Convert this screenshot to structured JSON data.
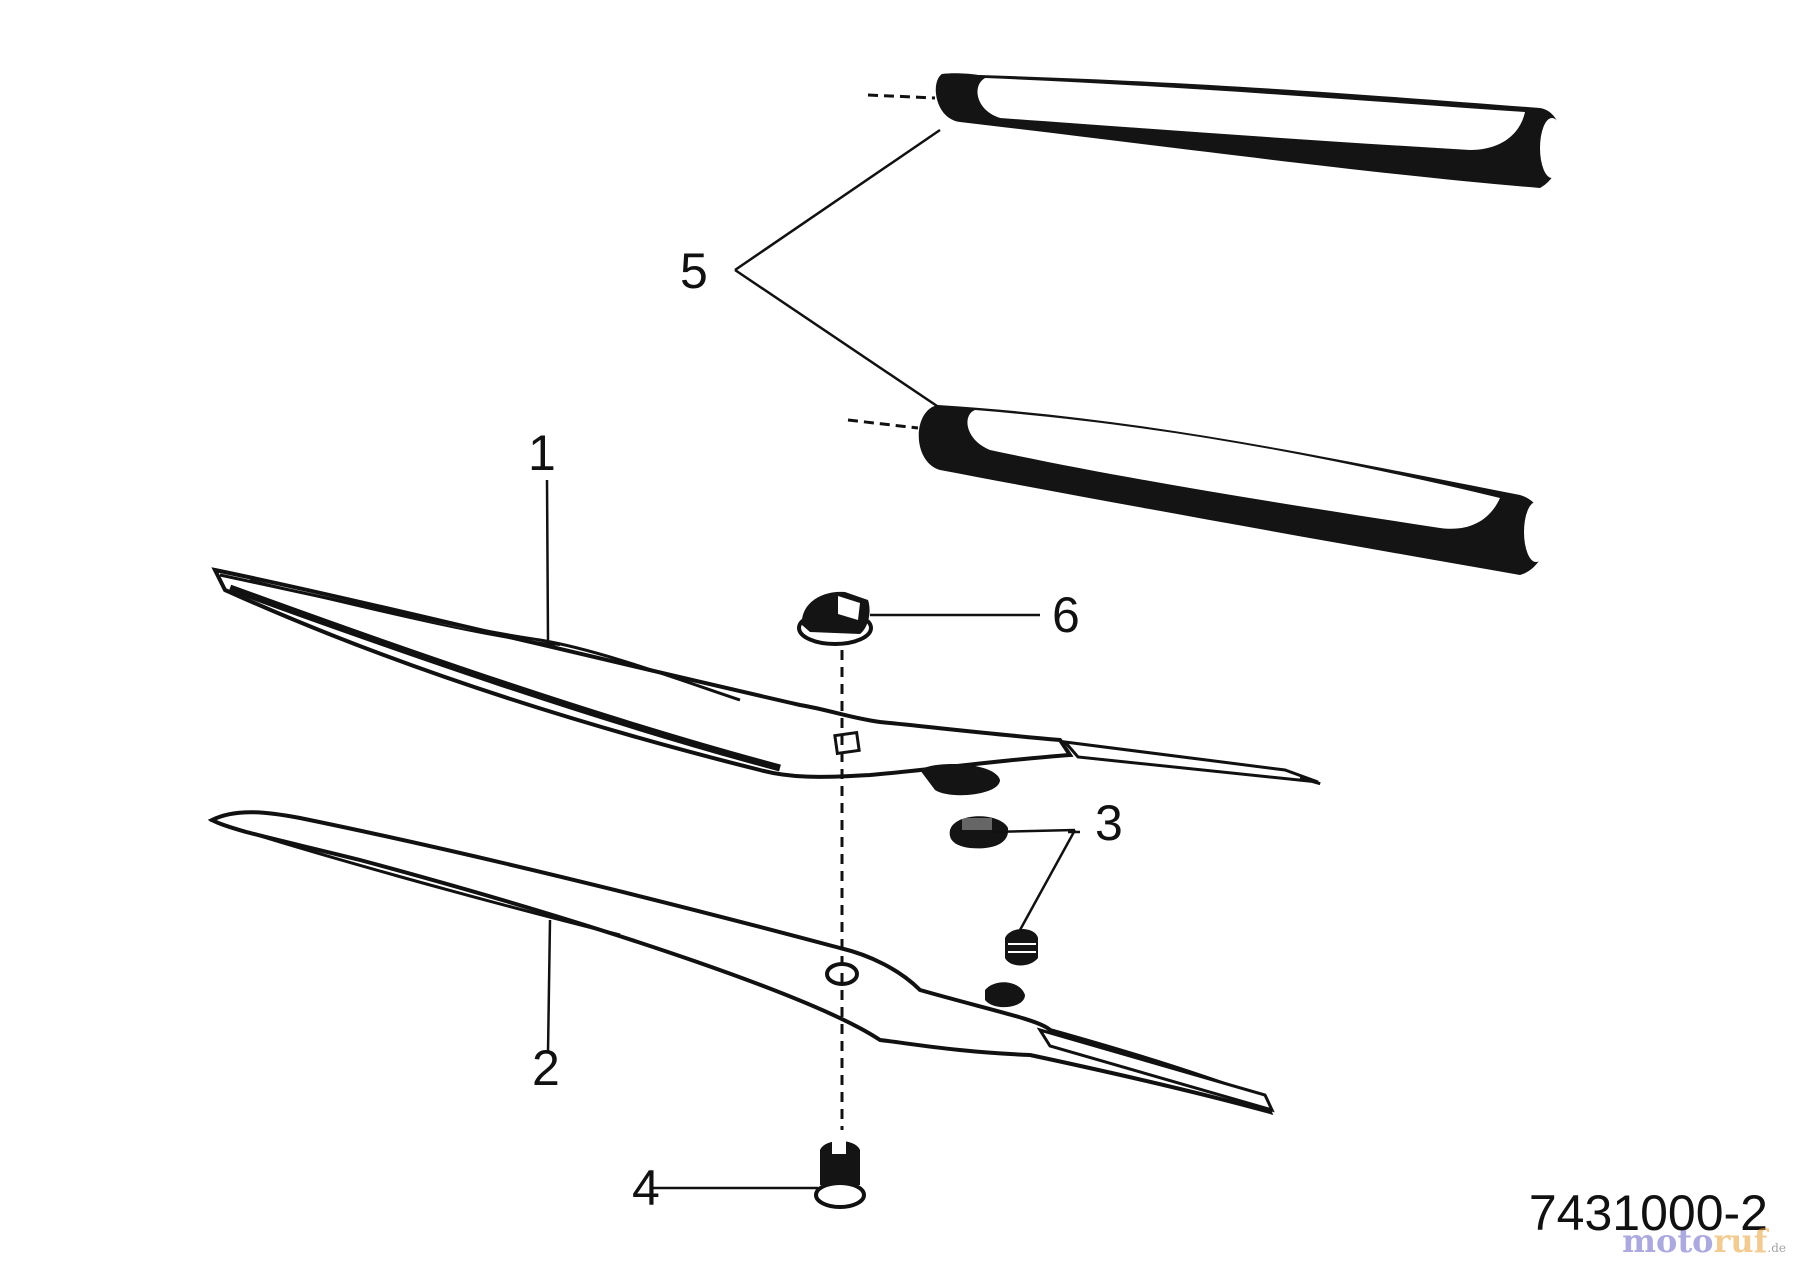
{
  "callouts": [
    {
      "id": "1",
      "label": "1"
    },
    {
      "id": "2",
      "label": "2"
    },
    {
      "id": "3",
      "label": "3"
    },
    {
      "id": "4",
      "label": "4"
    },
    {
      "id": "5",
      "label": "5"
    },
    {
      "id": "6",
      "label": "6"
    }
  ],
  "drawing_number": "7431000-2",
  "watermark": {
    "brand_part1": "moto",
    "brand_part2": "ruf",
    "suffix": ".de"
  },
  "colors": {
    "ink": "#111111",
    "background": "#ffffff"
  }
}
